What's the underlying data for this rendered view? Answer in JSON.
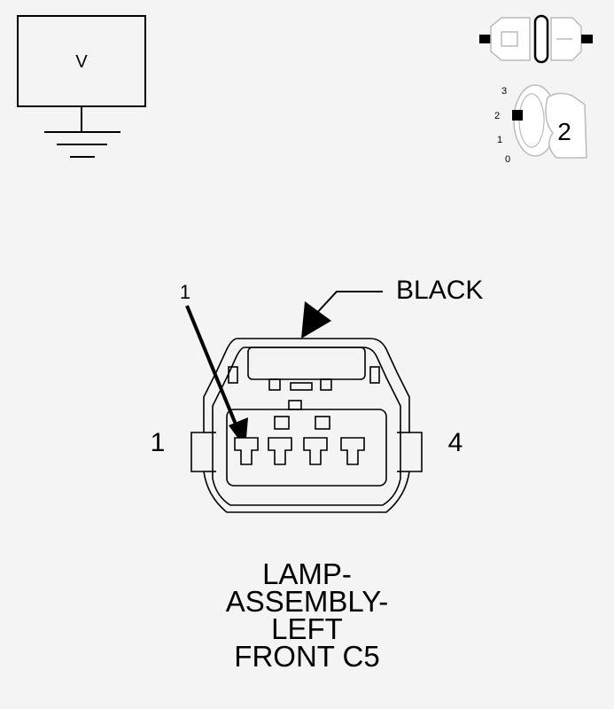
{
  "meter": {
    "label": "V"
  },
  "ignition_switch": {
    "positions": [
      "3",
      "2",
      "1",
      "0"
    ],
    "selected": "2"
  },
  "connector": {
    "color_label": "BLACK",
    "pin_callout": "1",
    "left_pin_label": "1",
    "right_pin_label": "4"
  },
  "caption": {
    "lines": [
      "LAMP-",
      "ASSEMBLY-",
      "LEFT",
      "FRONT C5"
    ]
  },
  "colors": {
    "line": "#000000",
    "background": "#f4f4f4",
    "switch_outline": "#bbbbbb"
  }
}
